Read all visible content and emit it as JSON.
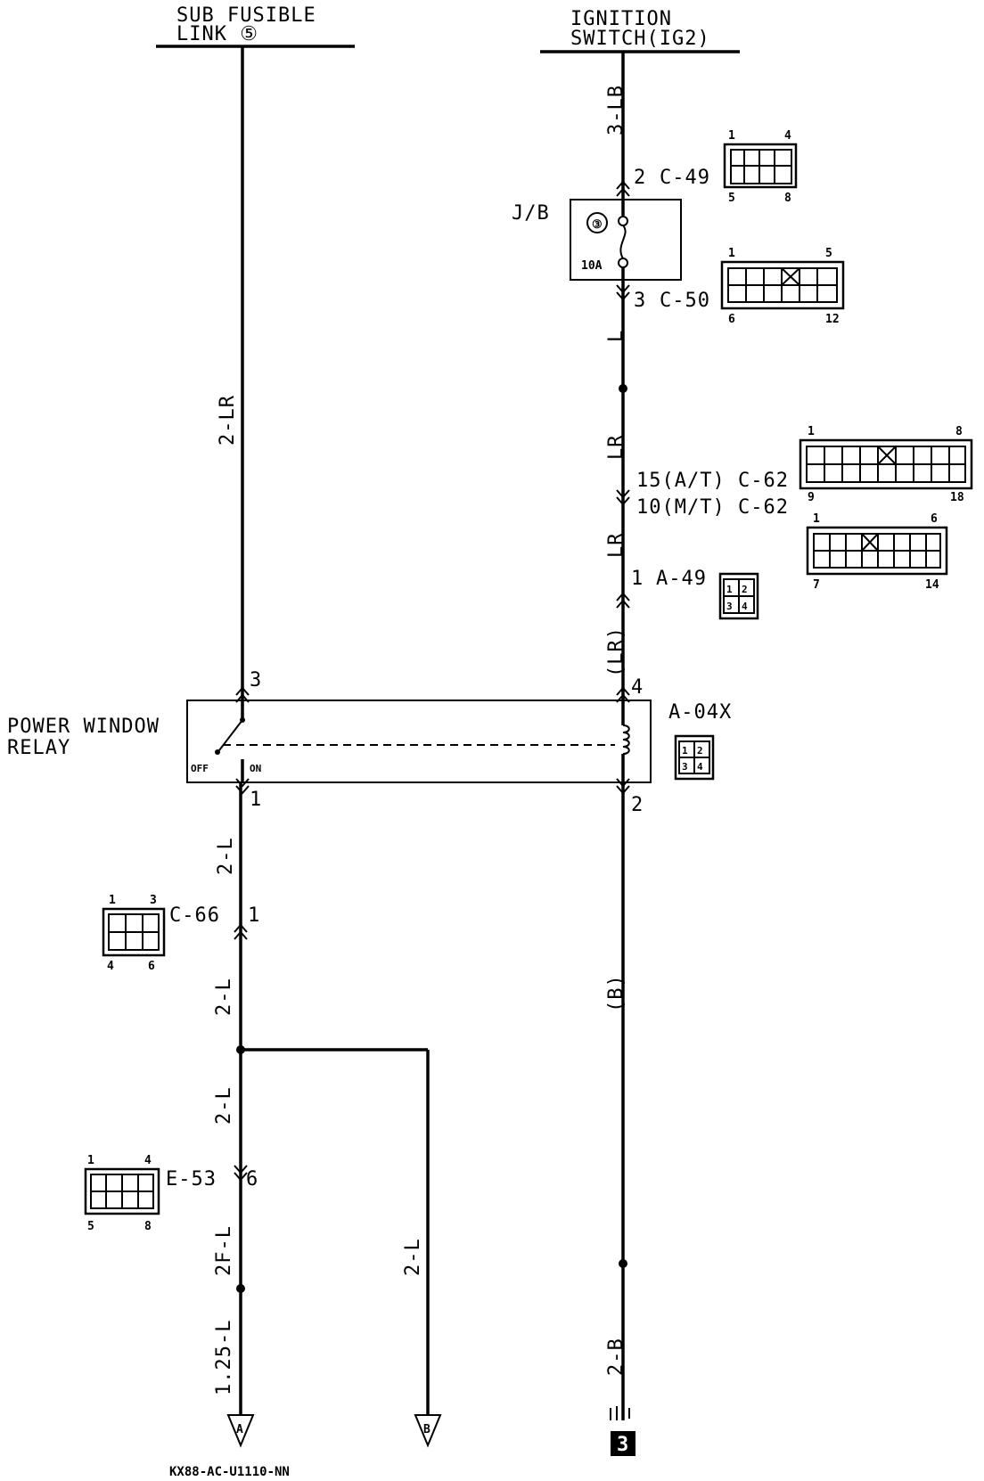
{
  "sources": {
    "sub_fusible_link": {
      "line1": "SUB FUSIBLE",
      "line2": "LINK ⑤"
    },
    "ignition_switch": {
      "line1": "IGNITION",
      "line2": "SWITCH(IG2)"
    }
  },
  "wires": {
    "left_top": "2-LR",
    "right_top": "3-LB",
    "right_l": "L",
    "right_lr1": "LR",
    "right_lr2": "LR",
    "right_lr3": "(LR)",
    "left_2l_a": "2-L",
    "left_2l_b": "2-L",
    "left_2l_c": "2-L",
    "left_2fl": "2F-L",
    "left_125l": "1.25-L",
    "branch_2l": "2-L",
    "right_b": "(B)",
    "right_2b": "2-B"
  },
  "junction_box": {
    "label": "J/B",
    "fuse_no": "③",
    "fuse_rating": "10A"
  },
  "connectors": {
    "c49": {
      "pin": "2",
      "name": "C-49",
      "pins": [
        "1",
        "4",
        "5",
        "8"
      ]
    },
    "c50": {
      "pin": "3",
      "name": "C-50",
      "pins": [
        "1",
        "5",
        "6",
        "12"
      ]
    },
    "c62_at": "15(A/T) C-62",
    "c62_mt": "10(M/T) C-62",
    "c62_pins_a": [
      "1",
      "8",
      "9",
      "18"
    ],
    "c62_pins_b": [
      "1",
      "6",
      "7",
      "14"
    ],
    "a49": {
      "pin": "1",
      "name": "A-49",
      "cells": [
        "1",
        "2",
        "3",
        "4"
      ]
    },
    "a04x": {
      "name": "A-04X",
      "cells": [
        "1",
        "2",
        "3",
        "4"
      ]
    },
    "c66": {
      "pin": "1",
      "name": "C-66",
      "pins": [
        "1",
        "3",
        "4",
        "6"
      ]
    },
    "e53": {
      "pin": "6",
      "name": "E-53",
      "pins": [
        "1",
        "4",
        "5",
        "8"
      ]
    }
  },
  "relay": {
    "label_line1": "POWER WINDOW",
    "label_line2": "RELAY",
    "off_label": "OFF",
    "on_label": "ON",
    "pins": {
      "p3": "3",
      "p4": "4",
      "p1": "1",
      "p2": "2"
    }
  },
  "terminals": {
    "a": "A",
    "b": "B",
    "ground": "3"
  },
  "footer_code": "KX88-AC-U1110-NN"
}
